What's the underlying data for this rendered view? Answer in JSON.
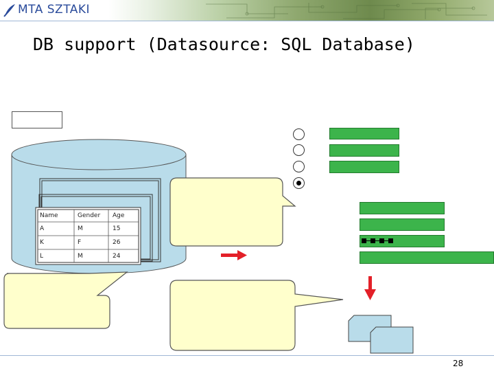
{
  "header": {
    "logo_text": "MTA SZTAKI"
  },
  "slide": {
    "title": "DB support (Datasource: SQL Database)",
    "page_number": "28"
  },
  "table": {
    "columns": [
      "Name",
      "Gender",
      "Age"
    ],
    "rows": [
      [
        "A",
        "M",
        "15"
      ],
      [
        "K",
        "F",
        "26"
      ],
      [
        "L",
        "M",
        "24"
      ]
    ]
  },
  "radio_group": {
    "selected_index": 3
  },
  "colors": {
    "cylinder_fill": "#b9dcea",
    "callout_fill": "#ffffcc",
    "callout_stroke": "#555555",
    "green": "#3cb44b",
    "arrow_red": "#e32028",
    "page_fill": "#b9dcea"
  }
}
